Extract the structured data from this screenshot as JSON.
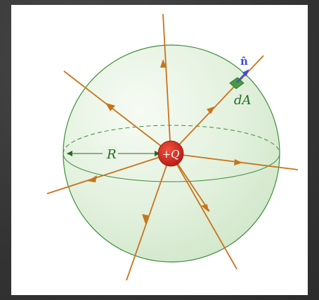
{
  "labels": {
    "charge": "+Q",
    "radius": "R",
    "area_element": "dA",
    "normal": "n̂"
  },
  "colors": {
    "sphere_fill": "#e6f3e1",
    "sphere_stroke": "#3d8c3a",
    "field_line": "#c8741b",
    "charge_fill": "#d9241b",
    "normal_vector": "#3a4fd8",
    "area_patch": "#4a9a40",
    "label_green": "#236b22"
  }
}
